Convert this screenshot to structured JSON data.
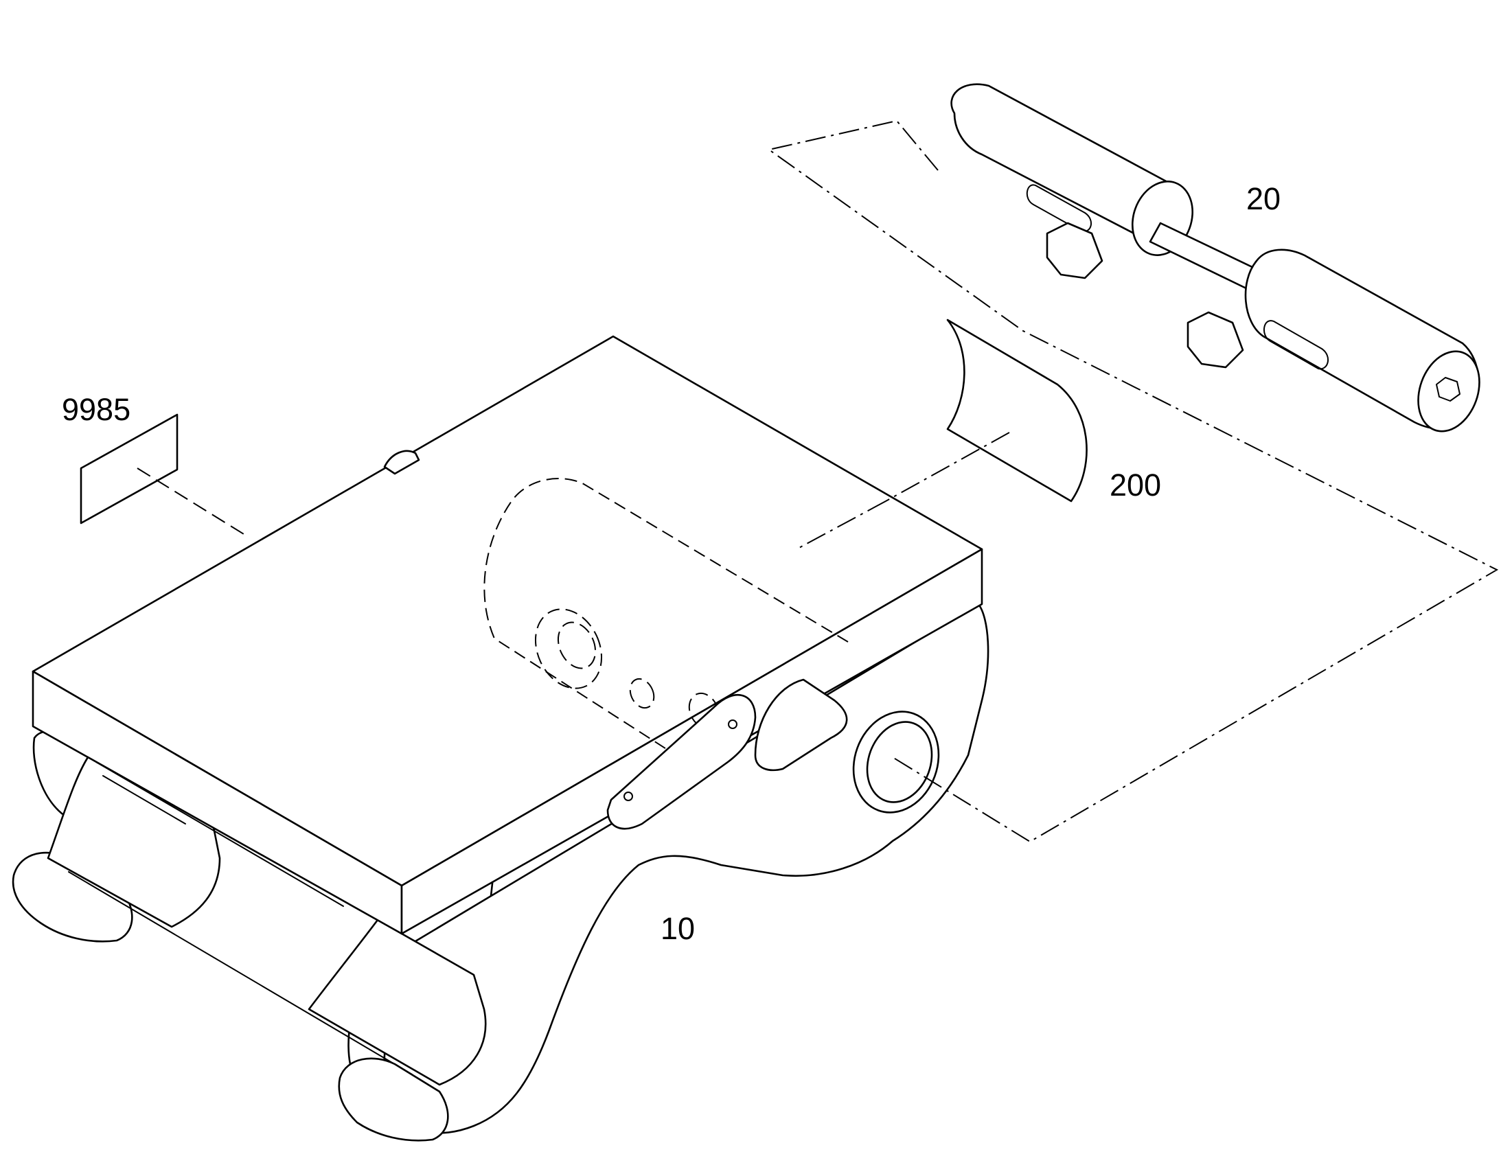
{
  "labels": {
    "part_9985": "9985",
    "part_20": "20",
    "part_200": "200",
    "part_10": "10"
  },
  "colors": {
    "line": "#000000",
    "background": "#ffffff"
  }
}
